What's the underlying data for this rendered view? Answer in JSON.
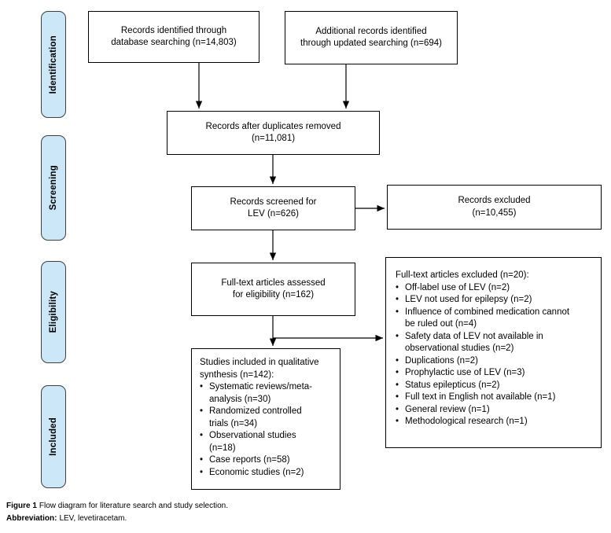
{
  "colors": {
    "stage_fill": "#cbe7f8",
    "stage_border": "#3f3f3f",
    "arrow": "#000000"
  },
  "stages": [
    {
      "label": "Identification"
    },
    {
      "label": "Screening"
    },
    {
      "label": "Eligibility"
    },
    {
      "label": "Included"
    }
  ],
  "boxes": {
    "identified": {
      "lines": [
        "Records identified through",
        "database searching (n=14,803)"
      ]
    },
    "additional": {
      "lines": [
        "Additional records identified",
        "through updated searching (n=694)"
      ]
    },
    "duplicates": {
      "lines": [
        "Records after duplicates removed",
        "(n=11,081)"
      ]
    },
    "screened": {
      "lines": [
        "Records screened for",
        "LEV (n=626)"
      ]
    },
    "records_excluded": {
      "lines": [
        "Records excluded",
        "(n=10,455)"
      ]
    },
    "fulltext_assessed": {
      "lines": [
        "Full-text articles assessed",
        "for eligibility (n=162)"
      ]
    },
    "fulltext_excluded": {
      "title": "Full-text articles excluded (n=20):",
      "items": [
        {
          "lines": [
            "Off-label use of LEV (n=2)",
            ""
          ]
        },
        {
          "lines": [
            "LEV not used for epilepsy (n=2)",
            ""
          ]
        },
        {
          "lines": [
            "Influence of combined medication cannot",
            "be ruled out (n=4)"
          ]
        },
        {
          "lines": [
            "Safety data of LEV not available in",
            "observational studies (n=2)"
          ]
        },
        {
          "lines": [
            "Duplications (n=2)",
            ""
          ]
        },
        {
          "lines": [
            "Prophylactic use of LEV (n=3)",
            ""
          ]
        },
        {
          "lines": [
            "Status epilepticus (n=2)",
            ""
          ]
        },
        {
          "lines": [
            "Full text in English not available (n=1)",
            ""
          ]
        },
        {
          "lines": [
            "General review (n=1)",
            ""
          ]
        },
        {
          "lines": [
            "Methodological research (n=1)",
            ""
          ]
        }
      ]
    },
    "included": {
      "title_lines": [
        "Studies included in qualitative",
        "synthesis (n=142):"
      ],
      "items": [
        {
          "lines": [
            "Systematic reviews/meta-",
            "analysis (n=30)"
          ]
        },
        {
          "lines": [
            "Randomized controlled",
            "trials (n=34)"
          ]
        },
        {
          "lines": [
            "Observational studies",
            "(n=18)"
          ]
        },
        {
          "lines": [
            "Case reports (n=58)",
            ""
          ]
        },
        {
          "lines": [
            "Economic studies (n=2)",
            ""
          ]
        }
      ]
    }
  },
  "caption": {
    "figure_label": "Figure 1",
    "figure_text": "Flow diagram for literature search and study selection.",
    "abbrev_label": "Abbreviation:",
    "abbrev_text": "LEV, levetiracetam."
  }
}
